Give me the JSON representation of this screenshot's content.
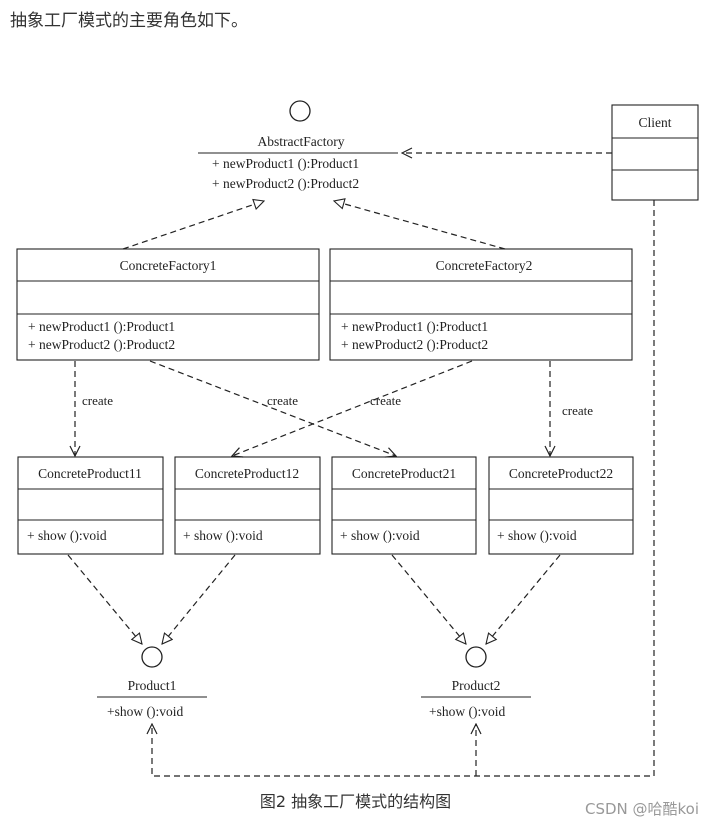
{
  "intro_text": "抽象工厂模式的主要角色如下。",
  "caption": "图2 抽象工厂模式的结构图",
  "watermark": "CSDN @哈酷koi",
  "abstract_factory": {
    "name": "AbstractFactory",
    "methods": [
      "+ newProduct1 ():Product1",
      "+ newProduct2 ():Product2"
    ]
  },
  "client": {
    "name": "Client"
  },
  "concrete_factory_1": {
    "name": "ConcreteFactory1",
    "methods": [
      "+ newProduct1 ():Product1",
      "+ newProduct2 ():Product2"
    ]
  },
  "concrete_factory_2": {
    "name": "ConcreteFactory2",
    "methods": [
      "+ newProduct1 ():Product1",
      "+ newProduct2 ():Product2"
    ]
  },
  "concrete_products": [
    {
      "name": "ConcreteProduct11",
      "method": "+ show ():void"
    },
    {
      "name": "ConcreteProduct12",
      "method": "+ show ():void"
    },
    {
      "name": "ConcreteProduct21",
      "method": "+ show ():void"
    },
    {
      "name": "ConcreteProduct22",
      "method": "+ show ():void"
    }
  ],
  "product_1": {
    "name": "Product1",
    "method": "+show ():void"
  },
  "product_2": {
    "name": "Product2",
    "method": "+show ():void"
  },
  "create_labels": [
    "create",
    "create",
    "create",
    "create"
  ]
}
